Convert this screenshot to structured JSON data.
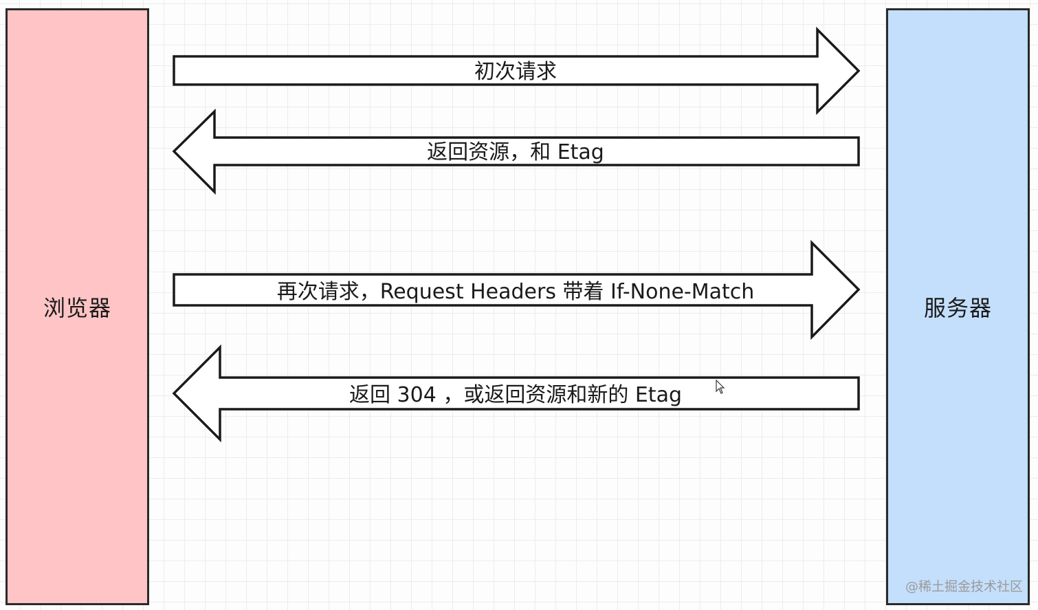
{
  "nodes": {
    "browser": "浏览器",
    "server": "服务器"
  },
  "arrows": [
    {
      "label": "初次请求",
      "direction": "right"
    },
    {
      "label": "返回资源，和 Etag",
      "direction": "left"
    },
    {
      "label": "再次请求，Request Headers 带着 If-None-Match",
      "direction": "right"
    },
    {
      "label": "返回 304 ，或返回资源和新的 Etag",
      "direction": "left"
    }
  ],
  "watermark": "@稀土掘金技术社区",
  "colors": {
    "browser_fill": "#ffc4c5",
    "server_fill": "#c4dffc",
    "stroke": "#1a1a1a"
  }
}
